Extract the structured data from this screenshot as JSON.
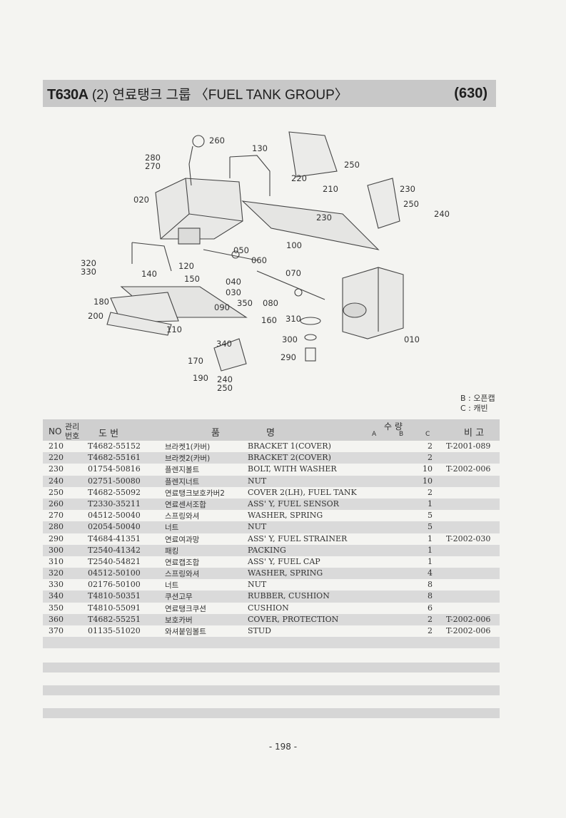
{
  "header": {
    "model": "T630A",
    "group_title": "(2) 연료탱크 그룹 〈FUEL TANK GROUP〉",
    "group_code": "(630)"
  },
  "diagram": {
    "callouts": [
      "260",
      "280",
      "270",
      "130",
      "250",
      "220",
      "210",
      "230",
      "250",
      "240",
      "020",
      "230",
      "100",
      "050",
      "060",
      "320",
      "330",
      "120",
      "140",
      "150",
      "070",
      "040",
      "030",
      "180",
      "090",
      "350",
      "080",
      "200",
      "160",
      "310",
      "110",
      "300",
      "010",
      "340",
      "290",
      "170",
      "190",
      "240",
      "250"
    ]
  },
  "legend": {
    "b": "B : 오픈캡",
    "c": "C : 캐빈"
  },
  "table": {
    "headers": {
      "no": "NO",
      "mgmt_top": "관리",
      "mgmt_bottom": "번호",
      "part_no": "도   번",
      "name_a": "품",
      "name_b": "명",
      "qty": "수   량",
      "qty_a": "A",
      "qty_b": "B",
      "qty_c": "C",
      "remarks": "비 고"
    },
    "rows": [
      {
        "no": "210",
        "part": "T4682-55152",
        "kor": "브라켓1(카버)",
        "eng": "BRACKET 1(COVER)",
        "qty": "2",
        "remark": "T-2001-089"
      },
      {
        "no": "220",
        "part": "T4682-55161",
        "kor": "브라켓2(카버)",
        "eng": "BRACKET 2(COVER)",
        "qty": "2",
        "remark": ""
      },
      {
        "no": "230",
        "part": "01754-50816",
        "kor": "플렌지볼트",
        "eng": "BOLT, WITH WASHER",
        "qty": "10",
        "remark": "T-2002-006"
      },
      {
        "no": "240",
        "part": "02751-50080",
        "kor": "플렌지너트",
        "eng": "NUT",
        "qty": "10",
        "remark": ""
      },
      {
        "no": "250",
        "part": "T4682-55092",
        "kor": "연료탱크보호카버2",
        "eng": "COVER 2(LH), FUEL TANK",
        "qty": "2",
        "remark": ""
      },
      {
        "no": "260",
        "part": "T2330-35211",
        "kor": "연료센서조합",
        "eng": "ASS' Y, FUEL SENSOR",
        "qty": "1",
        "remark": ""
      },
      {
        "no": "270",
        "part": "04512-50040",
        "kor": "스프링와셔",
        "eng": "WASHER, SPRING",
        "qty": "5",
        "remark": ""
      },
      {
        "no": "280",
        "part": "02054-50040",
        "kor": "너트",
        "eng": "NUT",
        "qty": "5",
        "remark": ""
      },
      {
        "no": "290",
        "part": "T4684-41351",
        "kor": "연료여과망",
        "eng": "ASS' Y, FUEL STRAINER",
        "qty": "1",
        "remark": "T-2002-030"
      },
      {
        "no": "300",
        "part": "T2540-41342",
        "kor": "패킹",
        "eng": "PACKING",
        "qty": "1",
        "remark": ""
      },
      {
        "no": "310",
        "part": "T2540-54821",
        "kor": "연료캡조합",
        "eng": "ASS' Y, FUEL CAP",
        "qty": "1",
        "remark": ""
      },
      {
        "no": "320",
        "part": "04512-50100",
        "kor": "스프링와셔",
        "eng": "WASHER, SPRING",
        "qty": "4",
        "remark": ""
      },
      {
        "no": "330",
        "part": "02176-50100",
        "kor": "너트",
        "eng": "NUT",
        "qty": "8",
        "remark": ""
      },
      {
        "no": "340",
        "part": "T4810-50351",
        "kor": "쿠션고무",
        "eng": "RUBBER, CUSHION",
        "qty": "8",
        "remark": ""
      },
      {
        "no": "350",
        "part": "T4810-55091",
        "kor": "연료탱크쿠션",
        "eng": "CUSHION",
        "qty": "6",
        "remark": ""
      },
      {
        "no": "360",
        "part": "T4682-55251",
        "kor": "보호카버",
        "eng": "COVER, PROTECTION",
        "qty": "2",
        "remark": "T-2002-006"
      },
      {
        "no": "370",
        "part": "01135-51020",
        "kor": "와셔붙임볼트",
        "eng": "STUD",
        "qty": "2",
        "remark": "T-2002-006"
      }
    ]
  },
  "footer": {
    "page": "- 198 -"
  }
}
